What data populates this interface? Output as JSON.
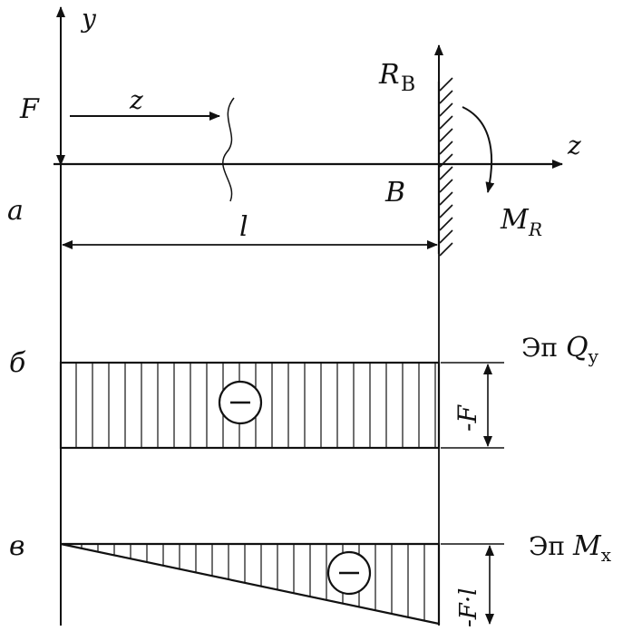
{
  "labels": {
    "y_axis": "y",
    "force": "F",
    "z_arrow": "z",
    "z_axis": "z",
    "reaction_main": "R",
    "reaction_sub": "B",
    "point_b": "B",
    "moment_main": "M",
    "moment_sub": "R",
    "length": "l",
    "part_a": "а",
    "part_b": "б",
    "part_c": "в",
    "q_title_prefix": "Эп ",
    "q_title_main": "Q",
    "q_title_sub": "y",
    "q_value": "-F",
    "m_title_prefix": "Эп ",
    "m_title_main": "M",
    "m_title_sub": "x",
    "m_value": "-F·l",
    "minus_sign": "−"
  },
  "colors": {
    "ink": "#111111",
    "background": "#ffffff"
  }
}
